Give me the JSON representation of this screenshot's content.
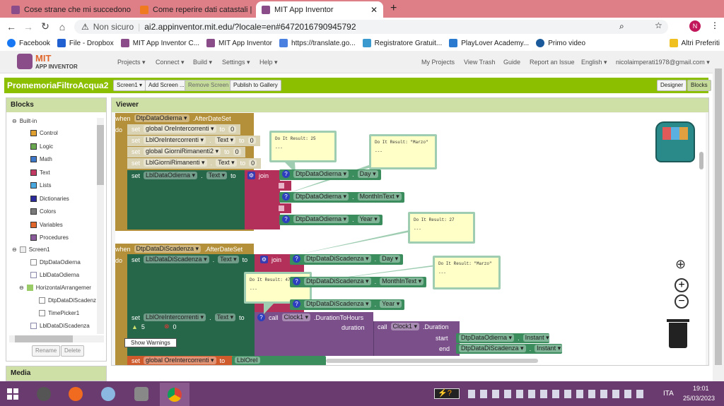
{
  "browser": {
    "tabs": [
      {
        "title": "Cose strane che mi succedono - I"
      },
      {
        "title": "Come reperire dati catastali | Salv"
      },
      {
        "title": "MIT App Inventor",
        "active": true
      }
    ],
    "security": "Non sicuro",
    "url": "ai2.appinventor.mit.edu/?locale=en#6472016790945792",
    "profile_initial": "N",
    "bookmarks": [
      "Facebook",
      "File - Dropbox",
      "MIT App Inventor C...",
      "MIT App Inventor",
      "https://translate.go...",
      "Registratore Gratuit...",
      "PlayLover Academy...",
      "Primo video"
    ],
    "other_bookmarks": "Altri Preferiti"
  },
  "app": {
    "logo_top": "MIT",
    "logo_bottom": "APP INVENTOR",
    "menu": [
      "Projects ▾",
      "Connect ▾",
      "Build ▾",
      "Settings ▾",
      "Help ▾"
    ],
    "right_menu": [
      "My Projects",
      "View Trash",
      "Guide",
      "Report an Issue",
      "English ▾",
      "nicolaimperati1978@gmail.com ▾"
    ],
    "project": "PromemoriaFiltroAcqua2",
    "screen": "Screen1 ▾",
    "add_screen": "Add Screen ...",
    "remove_screen": "Remove Screen",
    "publish": "Publish to Gallery",
    "designer": "Designer",
    "blocks": "Blocks"
  },
  "blocks_panel": {
    "title": "Blocks",
    "builtin": "Built-in",
    "categories": [
      {
        "label": "Control",
        "color": "#e0a030"
      },
      {
        "label": "Logic",
        "color": "#6aa84f"
      },
      {
        "label": "Math",
        "color": "#3d78c8"
      },
      {
        "label": "Text",
        "color": "#c23a64"
      },
      {
        "label": "Lists",
        "color": "#4aa8e0"
      },
      {
        "label": "Dictionaries",
        "color": "#2a2a9a"
      },
      {
        "label": "Colors",
        "color": "#7a7a7a"
      },
      {
        "label": "Variables",
        "color": "#e0662c"
      },
      {
        "label": "Procedures",
        "color": "#8a5a9a"
      }
    ],
    "components": [
      "Screen1",
      "DtpDataOdierna",
      "LblDataOdierna",
      "HorizontalArrangemer",
      "DtpDataDiScadenz",
      "TimePicker1",
      "LblDataDiScadenza"
    ],
    "rename": "Rename",
    "delete": "Delete",
    "media": "Media"
  },
  "viewer": {
    "title": "Viewer",
    "ev1": {
      "when": "when",
      "comp": "DtpDataOdierna ▾",
      "event": ".AfterDateSet",
      "do": "do",
      "rows": [
        {
          "set": "set",
          "target": "global OreIntercorrenti ▾",
          "to": "to",
          "val": "0"
        },
        {
          "set": "set",
          "target": "LblOreIntercorrenti ▾",
          "prop": "Text ▾",
          "to": "to",
          "val": "0"
        },
        {
          "set": "set",
          "target": "global GiorniRimanenti2 ▾",
          "to": "to",
          "val": "0"
        },
        {
          "set": "set",
          "target": "LblGiorniRimanenti ▾",
          "prop": "Text ▾",
          "to": "to",
          "val": "0"
        }
      ],
      "main": {
        "set": "set",
        "target": "LblDataOdierna ▾",
        "prop": "Text ▾",
        "to": "to",
        "join": "join"
      },
      "getters": [
        {
          "comp": "DtpDataOdierna ▾",
          "prop": "Day ▾"
        },
        {
          "comp": "DtpDataOdierna ▾",
          "prop": "MonthInText ▾"
        },
        {
          "comp": "DtpDataOdierna ▾",
          "prop": "Year ▾"
        }
      ]
    },
    "ev2": {
      "when": "when",
      "comp": "DtpDataDiScadenza ▾",
      "event": ".AfterDateSet",
      "do": "do",
      "main": {
        "set": "set",
        "target": "LblDataDiScadenza ▾",
        "prop": "Text ▾",
        "to": "to",
        "join": "join"
      },
      "getters": [
        {
          "comp": "DtpDataDiScadenza ▾",
          "prop": "Day ▾"
        },
        {
          "comp": "DtpDataDiScadenza ▾",
          "prop": "MonthInText ▾"
        },
        {
          "comp": "DtpDataDiScadenza ▾",
          "prop": "Year ▾"
        }
      ],
      "set2": {
        "set": "set",
        "target": "LblOreIntercorrenti ▾",
        "prop": "Text ▾",
        "to": "to",
        "call": "call",
        "comp": "Clock1 ▾",
        "method": ".DurationToHours",
        "duration": "duration",
        "call2": "call",
        "comp2": "Clock1 ▾",
        "method2": ".Duration",
        "start": "start",
        "end": "end",
        "start_comp": "DtpDataOdierna ▾",
        "end_comp": "DtpDataDiScadenza ▾",
        "instant": "Instant ▾"
      },
      "set3": {
        "set": "set",
        "target": "global OreIntercorrenti ▾",
        "to": "to",
        "val": "LblOreI"
      }
    },
    "notes": [
      "Do It Result: 25",
      "Do It Result: \"Marzo\"",
      "Do It Result: 27",
      "Do It Result: \"Marzo\"",
      "Do It Result: 47"
    ],
    "note_more": "---",
    "warnings": "5",
    "errors": "0",
    "show_warnings": "Show Warnings"
  },
  "taskbar": {
    "lang": "ITA",
    "time": "19:01",
    "date": "25/03/2023"
  }
}
